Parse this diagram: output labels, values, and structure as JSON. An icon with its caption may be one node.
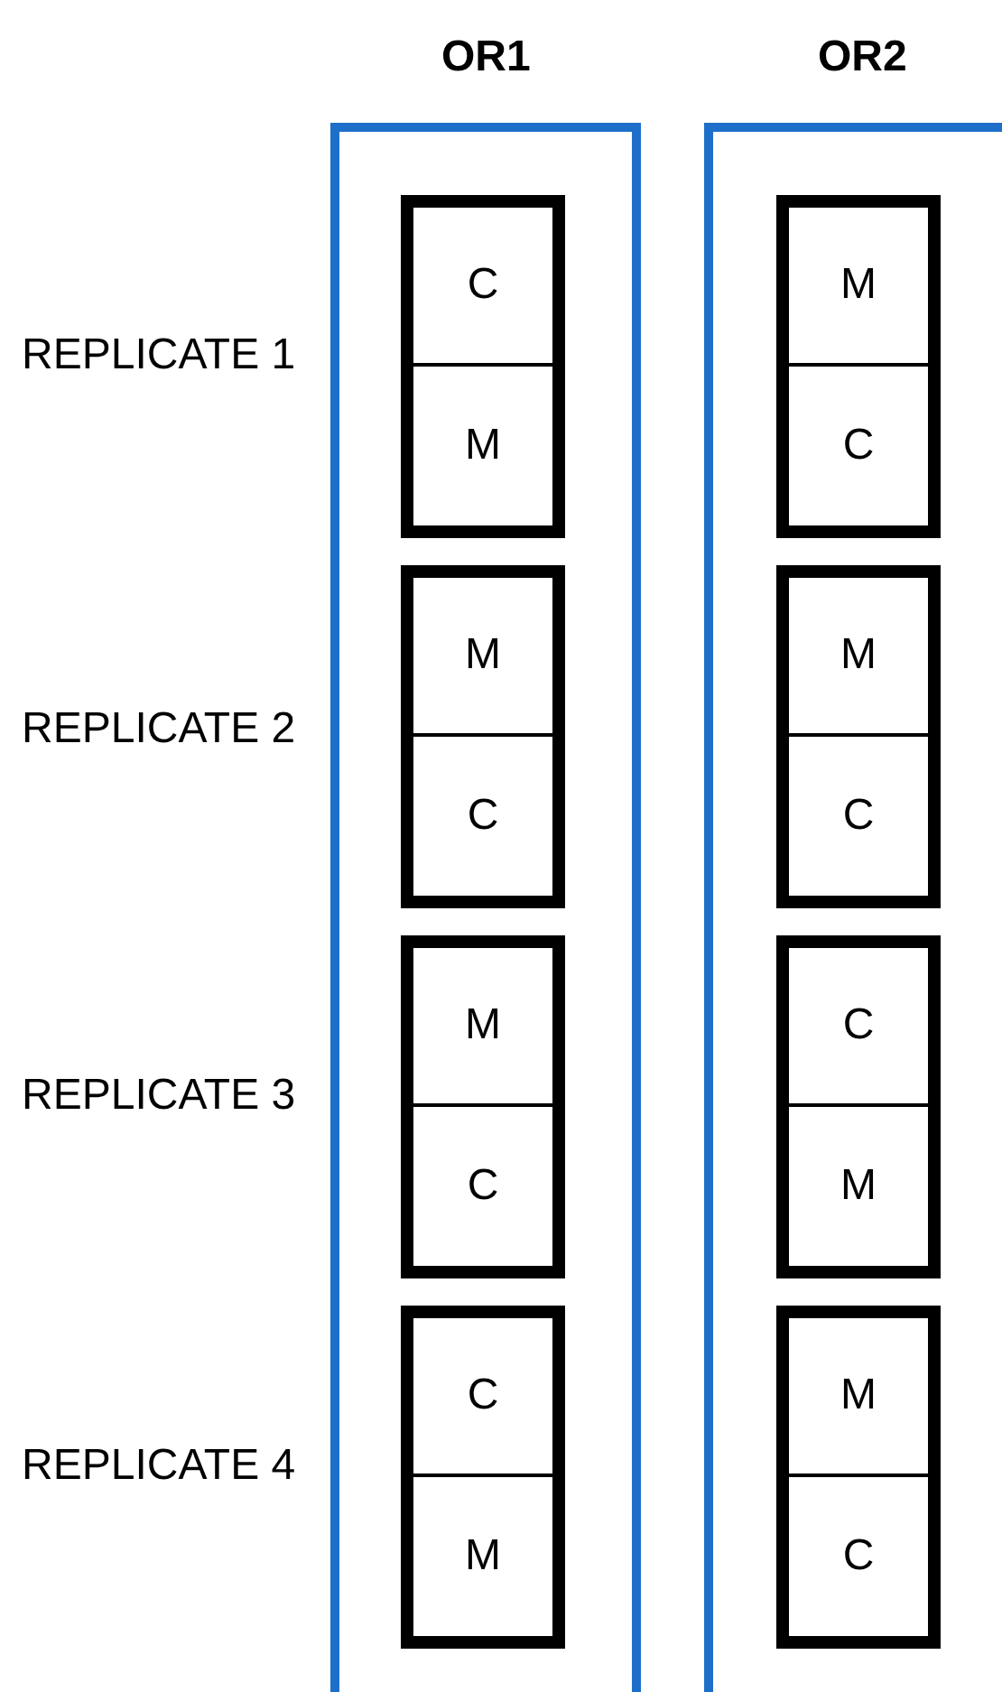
{
  "diagram": {
    "nodes": [
      {
        "text": [
          "OR1"
        ]
      },
      {
        "text": [],
        "shape": "box",
        "in": 0
      },
      {
        "text": [
          "C"
        ],
        "in": 1
      },
      {
        "text": [
          "M"
        ],
        "in": 1
      },
      {
        "text": [],
        "shape": "box",
        "in": 0
      },
      {
        "text": [
          "M"
        ],
        "in": 4
      },
      {
        "text": [
          "C"
        ],
        "in": 4
      },
      {
        "text": [],
        "shape": "box",
        "in": 0
      },
      {
        "text": [
          "M"
        ],
        "in": 7
      },
      {
        "text": [
          "C"
        ],
        "in": 7
      },
      {
        "text": [],
        "shape": "box",
        "in": 0
      },
      {
        "text": [
          "C"
        ],
        "in": 10
      },
      {
        "text": [
          "M"
        ],
        "in": 10
      },
      {
        "text": [
          "OR2"
        ]
      },
      {
        "text": [],
        "shape": "box",
        "in": 13
      },
      {
        "text": [
          "M"
        ],
        "in": 14
      },
      {
        "text": [
          "C"
        ],
        "in": 14
      },
      {
        "text": [],
        "shape": "box",
        "in": 13
      },
      {
        "text": [
          "M"
        ],
        "in": 17
      },
      {
        "text": [
          "C"
        ],
        "in": 17
      },
      {
        "text": [],
        "shape": "box",
        "in": 13
      },
      {
        "text": [
          "C"
        ],
        "in": 20
      },
      {
        "text": [
          "M"
        ],
        "in": 20
      },
      {
        "text": [],
        "shape": "box",
        "in": 13
      },
      {
        "text": [
          "M"
        ],
        "in": 23
      },
      {
        "text": [
          "C"
        ],
        "in": 23
      }
    ],
    "labels": [
      "REPLICATE 1",
      "REPLICATE 2",
      "REPLICATE 3",
      "REPLICATE 4"
    ]
  }
}
